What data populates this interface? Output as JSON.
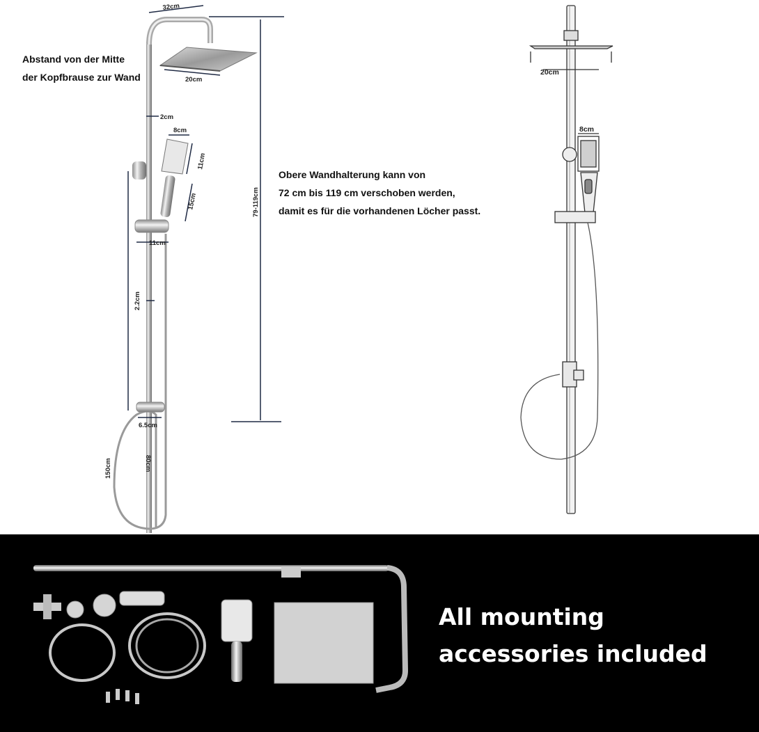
{
  "notes": {
    "wall_distance_line1": "Abstand von der Mitte",
    "wall_distance_line2": "der Kopfbrause zur Wand",
    "bracket_line1": "Obere Wandhalterung kann von",
    "bracket_line2": "72 cm bis 119 cm verschoben werden,",
    "bracket_line3": "damit es für die vorhandenen Löcher passt."
  },
  "dimensions_left": {
    "arm_length": "32cm",
    "head_width": "20cm",
    "wall_gap": "2cm",
    "hand_width": "8cm",
    "hand_head_height": "11cm",
    "hand_grip": "15cm",
    "slider_width": "11cm",
    "rail_diameter": "2.2cm",
    "bar_height": "79-119cm",
    "diverter_width": "6.5cm",
    "hose_long": "150cm",
    "hose_short": "80cm"
  },
  "dimensions_right": {
    "head_width": "20cm",
    "hand_width": "8cm"
  },
  "caption": {
    "line1": "All mounting",
    "line2": "accessories included"
  },
  "colors": {
    "background_top": "#ffffff",
    "background_bottom": "#000000",
    "caption_text": "#ffffff",
    "dimension_line": "#1f2a44"
  }
}
